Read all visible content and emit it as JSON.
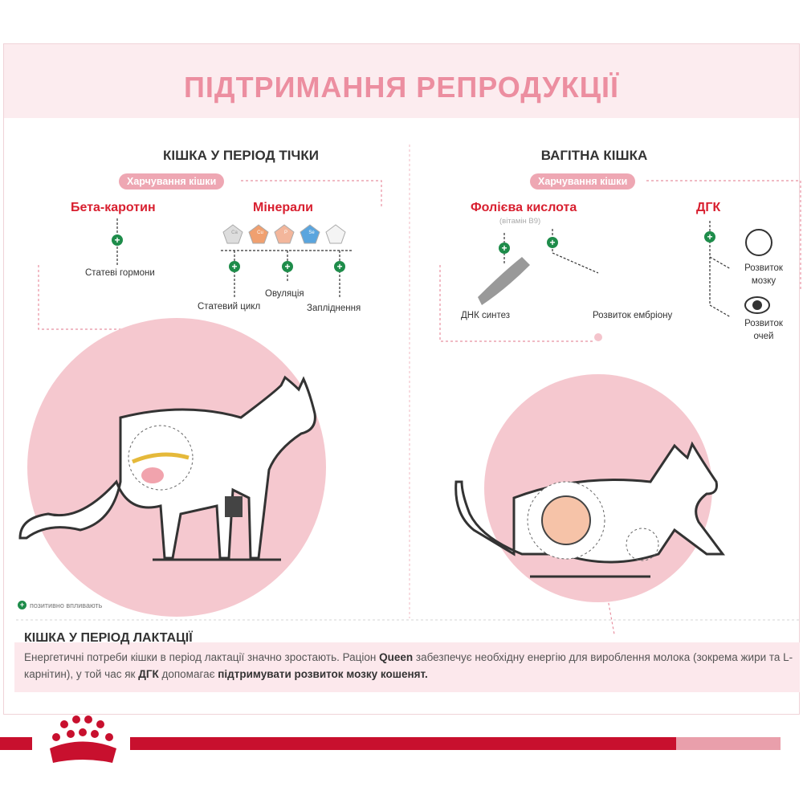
{
  "title": "ПІДТРИМАННЯ РЕПРОДУКЦІЇ",
  "left": {
    "heading": "КІШКА У ПЕРІОД ТІЧКИ",
    "pill": "Харчування кішки",
    "beta": {
      "name": "Бета-каротин",
      "effect": "Статеві гормони"
    },
    "minerals": {
      "name": "Мінерали",
      "symbols": [
        "Ca",
        "Cu",
        "P",
        "Se",
        ""
      ],
      "effects": [
        "Статевий цикл",
        "Овуляція",
        "Запліднення"
      ]
    }
  },
  "right": {
    "heading": "ВАГІТНА КІШКА",
    "pill": "Харчування кішки",
    "folic": {
      "name": "Фолієва кислота",
      "sub": "(вітамін В9)",
      "effects": [
        "ДНК синтез",
        "Розвиток ембріону"
      ]
    },
    "dha": {
      "name": "ДГК",
      "effects": [
        "Розвиток мозку",
        "Розвиток очей"
      ]
    }
  },
  "legend": "позитивно впливають",
  "lactation": {
    "title": "КІШКА У ПЕРІОД ЛАКТАЦІЇ",
    "t1": "Енергетичні потреби кішки в період лактації значно зростають. Раціон ",
    "b1": "Queen",
    "t2": " забезпечує необхідну енергію для вироблення молока (зокрема жири та L-карнітин), у той час як ",
    "b2": "ДГК",
    "t3": " допомагає ",
    "b3": "підтримувати розвиток мозку кошенят."
  },
  "colors": {
    "accent": "#d81f2f",
    "pink": "#eea7b3",
    "green": "#1e8c4a"
  }
}
